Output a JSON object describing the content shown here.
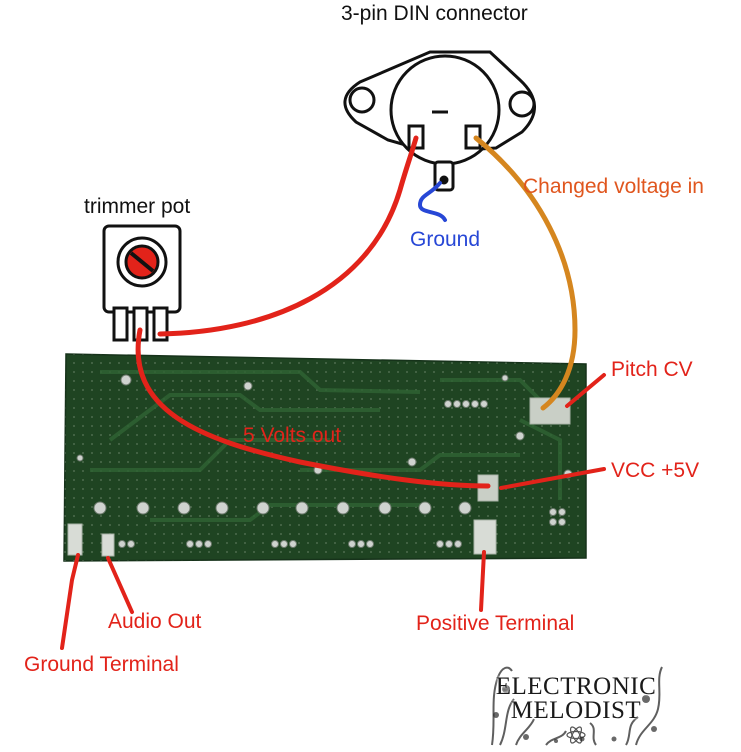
{
  "labels": {
    "din_connector": "3-pin DIN connector",
    "changed_voltage": "Changed voltage in",
    "trimmer_pot": "trimmer pot",
    "ground": "Ground",
    "pitch_cv": "Pitch CV",
    "five_volts_out": "5 Volts out",
    "vcc": "VCC +5V",
    "audio_out": "Audio Out",
    "positive_terminal": "Positive Terminal",
    "ground_terminal": "Ground Terminal"
  },
  "logo": {
    "line1": "ELECTRONIC",
    "line2": "MELODIST"
  },
  "colors": {
    "red_wire": "#e2231a",
    "orange_wire": "#d5861f",
    "blue_wire": "#2747d6",
    "pcb": "#1f4422",
    "label_red": "#e2231a",
    "label_orange": "#e0561e",
    "label_blue": "#2747d6"
  }
}
